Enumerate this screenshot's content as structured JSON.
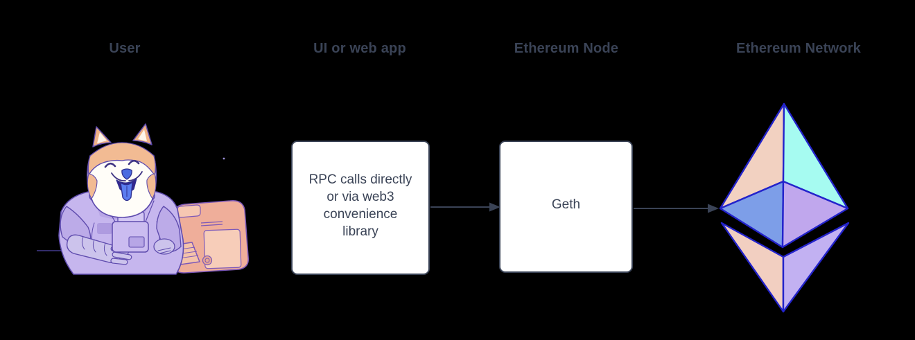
{
  "diagram": {
    "columns": [
      {
        "label": "User"
      },
      {
        "label": "UI or web app"
      },
      {
        "label": "Ethereum Node"
      },
      {
        "label": "Ethereum Network"
      }
    ],
    "nodes": {
      "ui_web_app": {
        "text": "RPC calls directly\nor via web3\nconvenience\nlibrary"
      },
      "ethereum_node": {
        "text": "Geth"
      }
    },
    "icons": {
      "user": "doge-astronaut-at-computer-illustration",
      "network": "ethereum-logo"
    },
    "colors": {
      "label_text": "#3a4356",
      "node_border": "#3a4356",
      "node_fill": "#ffffff",
      "arrow": "#3a4356",
      "eth_outline": "#2323cb",
      "eth_top_left": "#f2d1c1",
      "eth_top_right": "#a6fbf1",
      "eth_mid_left": "#7d9ee8",
      "eth_mid_right": "#c0a7ed",
      "eth_bottom_left": "#f2cfc1",
      "eth_bottom_right": "#c2b1f2",
      "doge_fur": "#f2bb93",
      "doge_suit": "#c6b6ee",
      "computer_body": "#efae9a"
    }
  }
}
